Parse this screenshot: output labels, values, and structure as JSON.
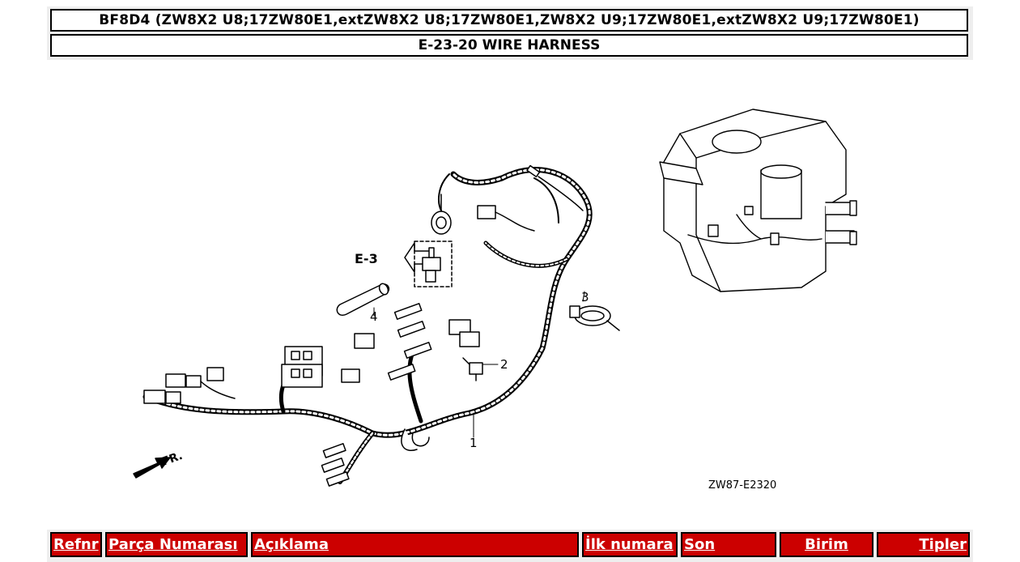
{
  "header": {
    "title": "BF8D4 (ZW8X2 U8;17ZW80E1,extZW8X2 U8;17ZW80E1,ZW8X2 U9;17ZW80E1,extZW8X2 U9;17ZW80E1)",
    "subtitle": "E-23-20 WIRE HARNESS"
  },
  "diagram": {
    "ref_e3": "E-3",
    "callouts": [
      "1",
      "2",
      "3",
      "4"
    ],
    "front_label": "FR.",
    "figure_code": "ZW87-E2320"
  },
  "table": {
    "columns": [
      {
        "key": "refnr",
        "label": "Refnr"
      },
      {
        "key": "part_number",
        "label": "Parça Numarası"
      },
      {
        "key": "description",
        "label": "Açıklama"
      },
      {
        "key": "first_number",
        "label": "İlk numara"
      },
      {
        "key": "last",
        "label": "Son"
      },
      {
        "key": "unit",
        "label": "Birim"
      },
      {
        "key": "types",
        "label": "Tipler"
      }
    ]
  }
}
